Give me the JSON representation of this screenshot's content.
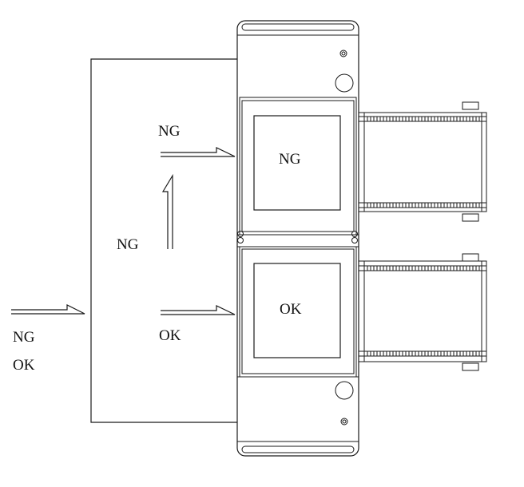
{
  "labels": {
    "input_ng": "NG",
    "input_ok": "OK",
    "zone_ng": "NG",
    "branch_ng": "NG",
    "branch_ok": "OK",
    "station_ng": "NG",
    "station_ok": "OK"
  },
  "colors": {
    "line": "#1a1a1a",
    "background": "#ffffff"
  }
}
